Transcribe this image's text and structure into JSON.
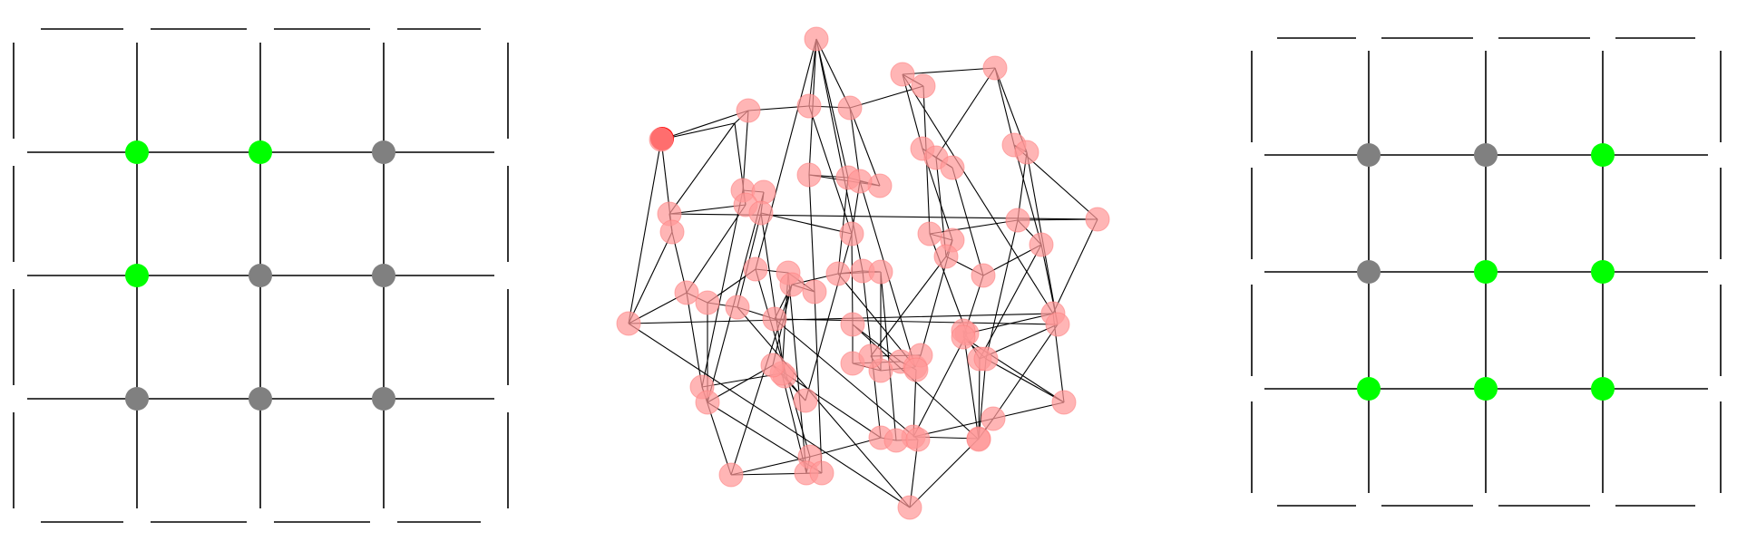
{
  "colors": {
    "background": "#ffffff",
    "line": "#000000",
    "active_node": "#00ff00",
    "inactive_node": "#808080",
    "graph_node": "#ff9999",
    "graph_node_highlight": "#ff0000"
  },
  "left_grid": {
    "rows": 3,
    "cols": 3,
    "states": [
      [
        "active",
        "active",
        "inactive"
      ],
      [
        "active",
        "inactive",
        "inactive"
      ],
      [
        "inactive",
        "inactive",
        "inactive"
      ]
    ]
  },
  "right_grid": {
    "rows": 3,
    "cols": 3,
    "states": [
      [
        "inactive",
        "inactive",
        "active"
      ],
      [
        "inactive",
        "active",
        "active"
      ],
      [
        "active",
        "active",
        "active"
      ]
    ]
  },
  "graph": {
    "highlighted_node_count": 1,
    "node_count": 64
  }
}
